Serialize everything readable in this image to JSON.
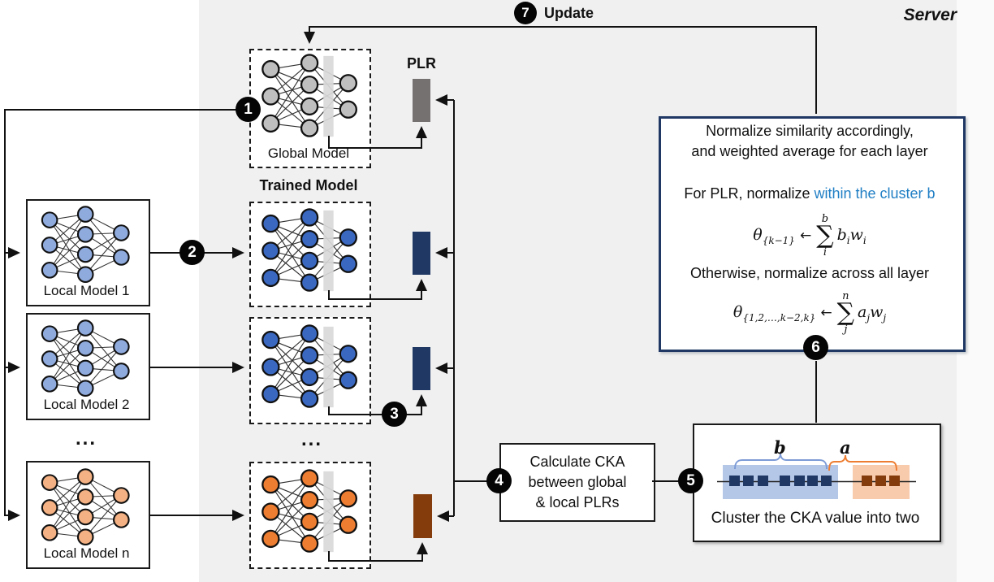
{
  "header": {
    "update_label": "Update",
    "server_label": "Server"
  },
  "steps": {
    "s1": "1",
    "s2": "2",
    "s3": "3",
    "s4": "4",
    "s5": "5",
    "s6": "6",
    "s7": "7"
  },
  "global_model": {
    "label": "Global Model",
    "plr_label": "PLR"
  },
  "trained_models": {
    "title": "Trained Model",
    "ellipsis": "..."
  },
  "local_models": {
    "model1_label": "Local Model 1",
    "model2_label": "Local Model 2",
    "modeln_label": "Local Model n",
    "ellipsis": "..."
  },
  "cka_box": {
    "line1": "Calculate CKA",
    "line2": "between global",
    "line3": "& local PLRs"
  },
  "cluster_box": {
    "b_label": "b",
    "a_label": "a",
    "caption": "Cluster the CKA value into two",
    "b_cluster_count": 7,
    "a_cluster_count": 3
  },
  "server_box": {
    "line1": "Normalize similarity accordingly,",
    "line2": "and weighted average for each layer",
    "line3_black": "For PLR, normalize ",
    "line3_blue": "within the cluster b",
    "formula1": {
      "lhs": "θ",
      "lhs_sub": "{k−1}",
      "arrow": "←",
      "sum_top": "b",
      "sum_bottom": "i",
      "term1": "b",
      "term1_sub": "i",
      "term2": "w",
      "term2_sub": "i"
    },
    "otherwise": "Otherwise, normalize across all layer",
    "formula2": {
      "lhs": "θ",
      "lhs_sub": "{1,2,…,k−2,k}",
      "arrow": "←",
      "sum_top": "n",
      "sum_bottom": "j",
      "term1": "a",
      "term1_sub": "j",
      "term2": "w",
      "term2_sub": "j"
    }
  },
  "colors": {
    "global_node_gray": "#BFBFBF",
    "local_node_blue": "#8FAADC",
    "trained_node_blue": "#3A68C0",
    "local_node_orange": "#F4B183",
    "trained_node_orange": "#ED7D31",
    "plr_gray": "#767171",
    "plr_navy": "#1F3864",
    "plr_brown": "#843C0C",
    "cluster_blue_bg": "#B4C7E7",
    "cluster_orange_bg": "#F8CBAD",
    "brace_blue": "#7D9BD6",
    "brace_orange": "#ED7D31",
    "highlight_text_blue": "#1F7EC4",
    "server_border_navy": "#1F3864"
  }
}
